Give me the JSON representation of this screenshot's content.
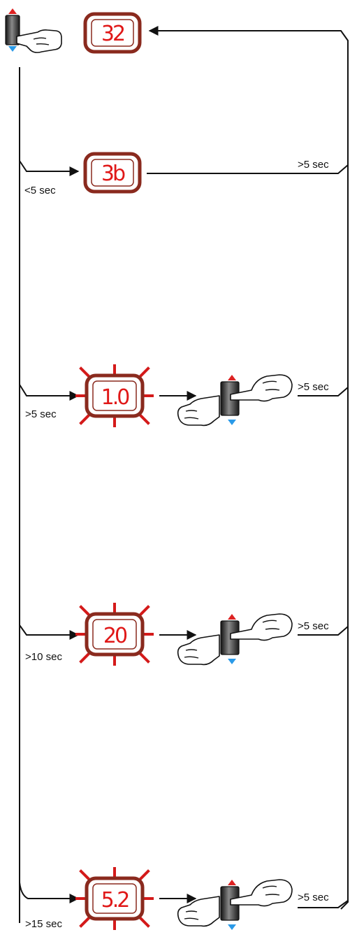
{
  "colors": {
    "display_border": "#8a2a1e",
    "display_digits": "#e01818",
    "blink_rays": "#d41a1a",
    "up_arrow": "#dd2222",
    "down_arrow": "#2a9ae8",
    "line": "#111111"
  },
  "displays": {
    "d1": "32",
    "d2": "3b",
    "d3": "1.0",
    "d4": "20",
    "d5": "5.2"
  },
  "labels": {
    "left_lt5": "<5 sec",
    "left_gt5": ">5 sec",
    "left_gt10": ">10 sec",
    "left_gt15": ">15 sec",
    "right_row2": ">5 sec",
    "right_row3": ">5 sec",
    "right_row4": ">5 sec",
    "right_row5": ">5 sec"
  },
  "icons": [
    "button-press-icon",
    "blinking-display-icon",
    "arrow-icon"
  ]
}
